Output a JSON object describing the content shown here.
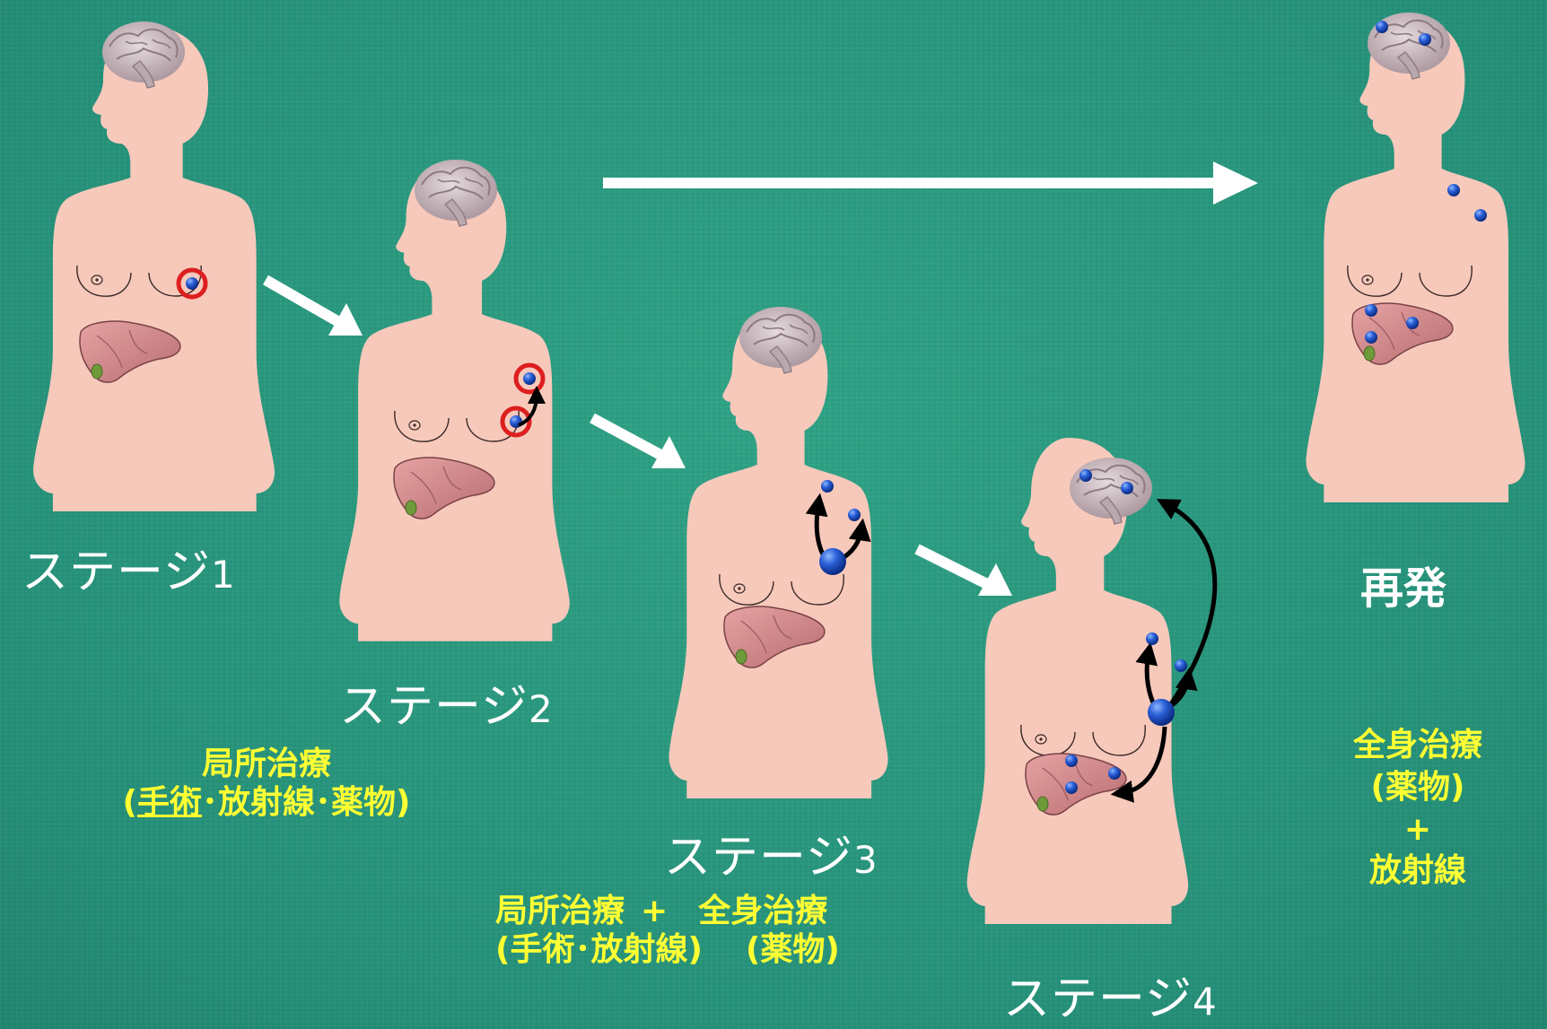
{
  "stages": [
    {
      "label": "ステージ",
      "num": "1"
    },
    {
      "label": "ステージ",
      "num": "2"
    },
    {
      "label": "ステージ",
      "num": "3"
    },
    {
      "label": "ステージ",
      "num": "4"
    }
  ],
  "recurrence": {
    "label": "再発"
  },
  "treatments": {
    "stage2": {
      "line1": "局所治療",
      "paren_open": "(",
      "surgery": "手術",
      "sep1": "･",
      "radiation": "放射線",
      "sep2": "･",
      "drug": "薬物",
      "paren_close": ")"
    },
    "stage3": {
      "local_title": "局所治療",
      "plus": "+",
      "systemic_title": "全身治療",
      "local_detail": "(手術･放射線)",
      "systemic_detail": "(薬物)"
    },
    "recurrence": {
      "line1": "全身治療",
      "line2": "(薬物)",
      "line3": "+",
      "line4": "放射線"
    }
  },
  "colors": {
    "background": "#2a9a80",
    "skin": "#f7c9bb",
    "liver": "#d99090",
    "brain": "#cfc1c6",
    "tumor": "#1f55c8",
    "target_ring": "#dd1f1f",
    "treatment_text": "#ffff33",
    "label_text": "#ffffff",
    "arrow_white": "#ffffff",
    "arrow_black": "#000000"
  }
}
